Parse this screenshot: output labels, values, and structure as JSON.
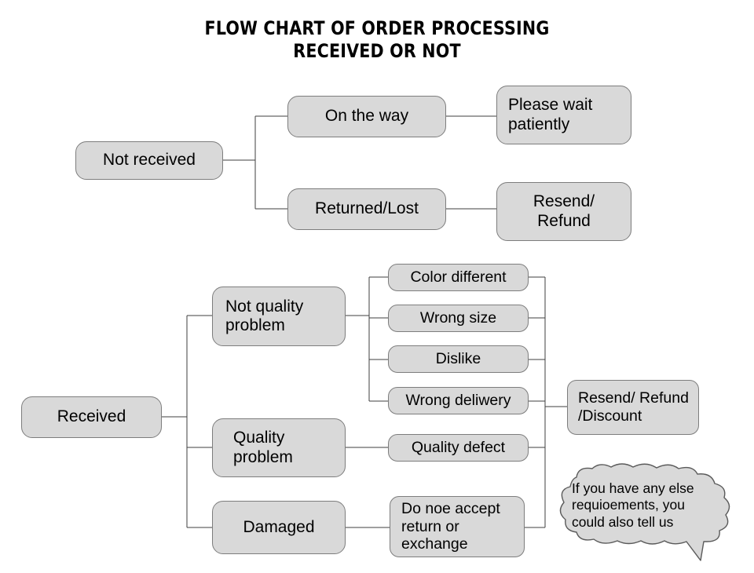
{
  "title": "FLOW CHART OF ORDER PROCESSING\nRECEIVED OR NOT",
  "theme": {
    "background": "#ffffff",
    "node_fill": "#d9d9d9",
    "node_border": "#7d7d7d",
    "connector": "#3f3f3f",
    "text": "#000000"
  },
  "branches": {
    "not_received": {
      "root": "Not received",
      "level1": [
        "On the way",
        "Returned/Lost"
      ],
      "level2": [
        "Please wait\npatiently",
        "Resend/\nRefund"
      ]
    },
    "received": {
      "root": "Received",
      "level1": [
        "Not quality\nproblem",
        "Quality\nproblem",
        "Damaged"
      ],
      "not_quality_reasons": [
        "Color different",
        "Wrong size",
        "Dislike",
        "Wrong deliwery"
      ],
      "quality_reason": "Quality defect",
      "damaged_reason": "Do noe accept\nreturn or\nexchange",
      "outcome": "Resend/ Refund\n/Discount"
    }
  },
  "note_bubble": {
    "text": "If you have any else\nrequioements, you\ncould also tell us"
  },
  "chart_data": {
    "type": "diagram",
    "title": "FLOW CHART OF ORDER PROCESSING RECEIVED OR NOT",
    "nodes": [
      {
        "id": "not-received",
        "label": "Not received",
        "level": 0,
        "group": "not-received"
      },
      {
        "id": "on-the-way",
        "label": "On the way",
        "level": 1,
        "group": "not-received"
      },
      {
        "id": "returned-lost",
        "label": "Returned/Lost",
        "level": 1,
        "group": "not-received"
      },
      {
        "id": "please-wait",
        "label": "Please wait patiently",
        "level": 2,
        "group": "not-received"
      },
      {
        "id": "resend-refund",
        "label": "Resend/ Refund",
        "level": 2,
        "group": "not-received"
      },
      {
        "id": "received",
        "label": "Received",
        "level": 0,
        "group": "received"
      },
      {
        "id": "not-quality-problem",
        "label": "Not quality problem",
        "level": 1,
        "group": "received"
      },
      {
        "id": "quality-problem",
        "label": "Quality problem",
        "level": 1,
        "group": "received"
      },
      {
        "id": "damaged",
        "label": "Damaged",
        "level": 1,
        "group": "received"
      },
      {
        "id": "color-different",
        "label": "Color different",
        "level": 2,
        "group": "received"
      },
      {
        "id": "wrong-size",
        "label": "Wrong size",
        "level": 2,
        "group": "received"
      },
      {
        "id": "dislike",
        "label": "Dislike",
        "level": 2,
        "group": "received"
      },
      {
        "id": "wrong-deliwery",
        "label": "Wrong deliwery",
        "level": 2,
        "group": "received"
      },
      {
        "id": "quality-defect",
        "label": "Quality defect",
        "level": 2,
        "group": "received"
      },
      {
        "id": "do-noe-accept",
        "label": "Do noe accept return or exchange",
        "level": 2,
        "group": "received"
      },
      {
        "id": "resend-refund-discount",
        "label": "Resend/ Refund /Discount",
        "level": 3,
        "group": "received"
      },
      {
        "id": "note",
        "label": "If you have any else requioements, you could also tell us",
        "level": 3,
        "group": "note"
      }
    ],
    "edges": [
      [
        "not-received",
        "on-the-way"
      ],
      [
        "not-received",
        "returned-lost"
      ],
      [
        "on-the-way",
        "please-wait"
      ],
      [
        "returned-lost",
        "resend-refund"
      ],
      [
        "received",
        "not-quality-problem"
      ],
      [
        "received",
        "quality-problem"
      ],
      [
        "received",
        "damaged"
      ],
      [
        "not-quality-problem",
        "color-different"
      ],
      [
        "not-quality-problem",
        "wrong-size"
      ],
      [
        "not-quality-problem",
        "dislike"
      ],
      [
        "not-quality-problem",
        "wrong-deliwery"
      ],
      [
        "quality-problem",
        "quality-defect"
      ],
      [
        "damaged",
        "do-noe-accept"
      ],
      [
        "color-different",
        "resend-refund-discount"
      ],
      [
        "wrong-size",
        "resend-refund-discount"
      ],
      [
        "dislike",
        "resend-refund-discount"
      ],
      [
        "wrong-deliwery",
        "resend-refund-discount"
      ],
      [
        "quality-defect",
        "resend-refund-discount"
      ]
    ]
  }
}
